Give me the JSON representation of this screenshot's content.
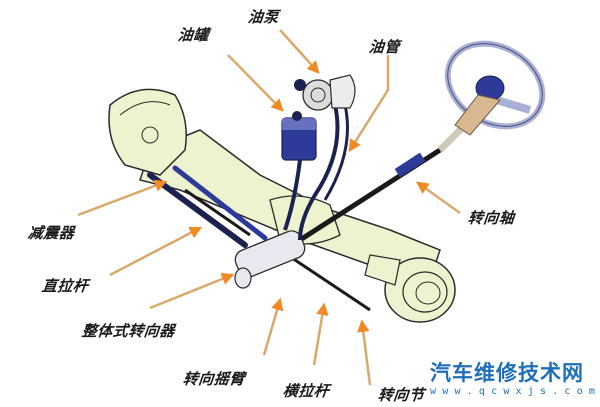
{
  "diagram": {
    "subject": "Steering system layout",
    "labels": [
      {
        "id": "oil-tank",
        "text": "油罐"
      },
      {
        "id": "oil-pump",
        "text": "油泵"
      },
      {
        "id": "oil-pipe",
        "text": "油管"
      },
      {
        "id": "steering-shaft",
        "text": "转向轴"
      },
      {
        "id": "shock-absorber",
        "text": "减震器"
      },
      {
        "id": "drag-link",
        "text": "直拉杆"
      },
      {
        "id": "integral-steering-gear",
        "text": "整体式转向器"
      },
      {
        "id": "pitman-arm",
        "text": "转向摇臂"
      },
      {
        "id": "tie-rod",
        "text": "横拉杆"
      },
      {
        "id": "steering-knuckle",
        "text": "转向节"
      }
    ],
    "colors": {
      "arrow": "#f08a24",
      "arrow_shaft": "#d9a86a",
      "axle": "#eef3cf",
      "outline": "#2b2b2b",
      "tank": "#2e3a9a",
      "hose": "#1c2250",
      "column_tan": "#d8b890",
      "wheel_rim": "#a9b0d8"
    }
  },
  "watermark": {
    "title": "汽车维修技术网",
    "url": "www.qcwxjs.com",
    "color": "#1f6fb8"
  }
}
